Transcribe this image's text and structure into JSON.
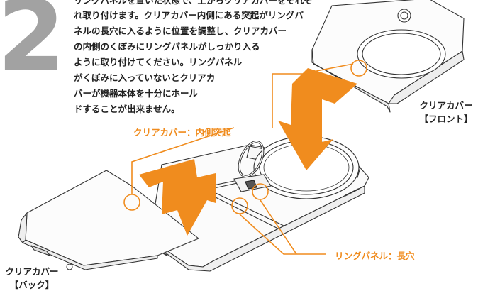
{
  "step_number": "2",
  "instruction_lines": [
    "リングパネルを置いた状態で、上からクリアカバーをそれぞ",
    "れ取り付けます。クリアカバー内側にある突起がリングパ",
    "ネルの長穴に入るように位置を調整し、クリアカバー",
    "の内側のくぼみにリングパネルがしっかり入る",
    "ように取り付けてください。リングパネル",
    "がくぼみに入っていないとクリアカ",
    "バーが機器本体を十分にホール",
    "ドすることが出来ません。"
  ],
  "labels": {
    "front_cover": [
      "クリアカバー",
      "【フロント】"
    ],
    "back_cover": [
      "クリアカバー",
      "【バック】"
    ]
  },
  "callouts": {
    "inner_protrusion": "クリアカバー：内側突起",
    "ring_panel_slot": "リングパネル：長穴"
  },
  "colors": {
    "accent": "#f08c1e",
    "step_number": "#a2a2a2",
    "text": "#222222",
    "outline": "#333333"
  }
}
